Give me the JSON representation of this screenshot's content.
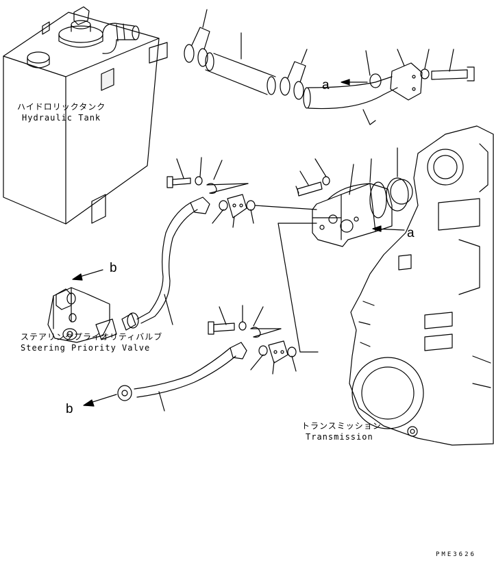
{
  "labels": {
    "tank_jp": "ハイドロリックタンク",
    "tank_en": "Hydraulic Tank",
    "valve_jp": "ステアリングプライオリティバルブ",
    "valve_en": "Steering Priority Valve",
    "trans_jp": "トランスミッション",
    "trans_en": "Transmission"
  },
  "callouts": {
    "a_top": "a",
    "a_pump": "a",
    "b_valve": "b",
    "b_hose": "b"
  },
  "drawing_code": "PME3626"
}
